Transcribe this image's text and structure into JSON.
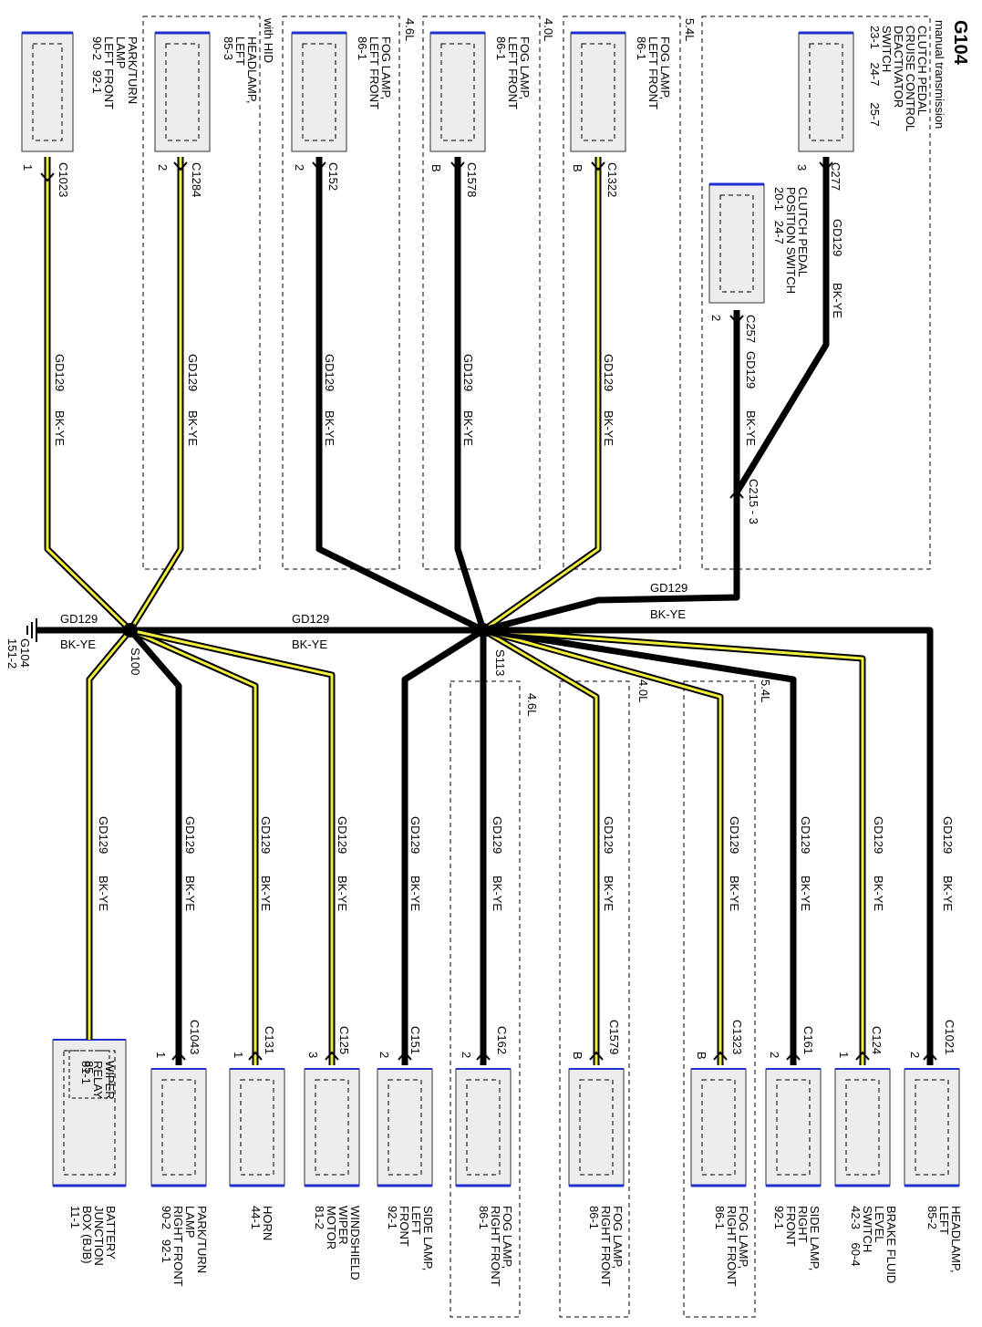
{
  "diagram_code": "G104",
  "diagram_subtitle": "manual transmission",
  "wire": {
    "circuit": "GD129",
    "color": "BK-YE"
  },
  "colors": {
    "wire_black": "#000000",
    "wire_stripe": "#f2ee3c",
    "component_fill": "#ececec",
    "component_border": "#1f2fd0"
  },
  "ground": {
    "name": "G104",
    "ref": "151-2"
  },
  "splices": [
    {
      "name": "S100"
    },
    {
      "name": "S113"
    }
  ],
  "top_components": [
    {
      "name": "PARK/TURN\nLAMP\nLEFT FRONT\n90-2   92-1",
      "connector": "C1023",
      "pin": "1",
      "variant": ""
    },
    {
      "name": "HEADLAMP,\nLEFT\n85-3",
      "connector": "C1284",
      "pin": "2",
      "variant": "with HID"
    },
    {
      "name": "FOG LAMP,\nLEFT FRONT\n86-1",
      "connector": "C152",
      "pin": "2",
      "variant": "4.6L"
    },
    {
      "name": "FOG LAMP,\nLEFT FRONT\n86-1",
      "connector": "C1578",
      "pin": "B",
      "variant": "4.0L"
    },
    {
      "name": "FOG LAMP,\nLEFT FRONT\n86-1",
      "connector": "C1322",
      "pin": "B",
      "variant": "5.4L"
    },
    {
      "name": "CLUTCH PEDAL\nPOSITION SWITCH\n20-1   24-7",
      "connector": "C257",
      "pin": "2",
      "variant": ""
    },
    {
      "name": "CLUTCH PEDAL\nCRUISE CONTROL\nDEACTIVATOR\nSWITCH\n23-1    24-7     25-7",
      "connector": "C277",
      "pin": "3",
      "variant": ""
    }
  ],
  "inline_connector": {
    "name": "C215 - 3"
  },
  "bottom_components": [
    {
      "name": "BATTERY\nJUNCTION\nBOX (BJB)\n11-1",
      "inner": "WIPER\nRELAY\n81-1",
      "connector": "",
      "pin": "85",
      "variant": ""
    },
    {
      "name": "PARK/TURN\nLAMP\nRIGHT FRONT\n90-2   92-1",
      "connector": "C1043",
      "pin": "1",
      "variant": ""
    },
    {
      "name": "HORN\n44-1",
      "connector": "C131",
      "pin": "1",
      "variant": ""
    },
    {
      "name": "WINDSHIELD\nWIPER\nMOTOR\n81-2",
      "connector": "C125",
      "pin": "3",
      "variant": ""
    },
    {
      "name": "SIDE LAMP,\nLEFT\nFRONT\n92-1",
      "connector": "C151",
      "pin": "2",
      "variant": ""
    },
    {
      "name": "FOG LAMP,\nRIGHT FRONT\n86-1",
      "connector": "C162",
      "pin": "2",
      "variant": "4.6L"
    },
    {
      "name": "FOG LAMP,\nRIGHT FRONT\n86-1",
      "connector": "C1579",
      "pin": "B",
      "variant": "4.0L"
    },
    {
      "name": "FOG LAMP,\nRIGHT FRONT\n86-1",
      "connector": "C1323",
      "pin": "B",
      "variant": "5.4L"
    },
    {
      "name": "SIDE LAMP,\nRIGHT\nFRONT\n92-1",
      "connector": "C161",
      "pin": "2",
      "variant": ""
    },
    {
      "name": "BRAKE FLUID\nLEVEL\nSWITCH\n42-3    60-4",
      "connector": "C124",
      "pin": "1",
      "variant": ""
    },
    {
      "name": "HEADLAMP,\nLEFT\n85-2",
      "connector": "C1021",
      "pin": "2",
      "variant": ""
    }
  ]
}
